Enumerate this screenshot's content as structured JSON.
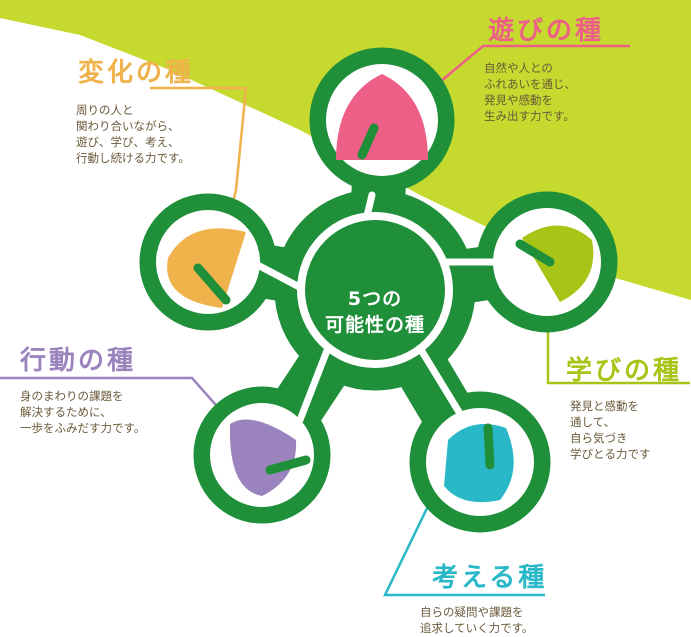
{
  "center": {
    "line1": "5つの",
    "line2": "可能性の種"
  },
  "seeds": [
    {
      "key": "change",
      "title": "変化の種",
      "color": "#f0b24a",
      "lines": [
        "周りの人と",
        "関わり合いながら、",
        "遊び、学び、考え、",
        "行動し続ける力です。"
      ]
    },
    {
      "key": "play",
      "title": "遊びの種",
      "color": "#ee5f88",
      "lines": [
        "自然や人との",
        "ふれあいを通じ、",
        "発見や感動を",
        "生み出す力です。"
      ]
    },
    {
      "key": "learn",
      "title": "学びの種",
      "color": "#a8c417",
      "lines": [
        "発見と感動を",
        "通して、",
        "自ら気づき",
        "学びとる力です"
      ]
    },
    {
      "key": "action",
      "title": "行動の種",
      "color": "#9b83bd",
      "lines": [
        "身のまわりの課題を",
        "解決するために、",
        "一歩をふみだす力です。"
      ]
    },
    {
      "key": "think",
      "title": "考える種",
      "color": "#29b8c8",
      "lines": [
        "自らの疑問や課題を",
        "追求していく力です。"
      ]
    }
  ],
  "colors": {
    "background_band": "#c5d92e",
    "star_outer": "#1f8f3a",
    "star_inner": "#ffffff",
    "description_text": "#6b5a3a"
  }
}
